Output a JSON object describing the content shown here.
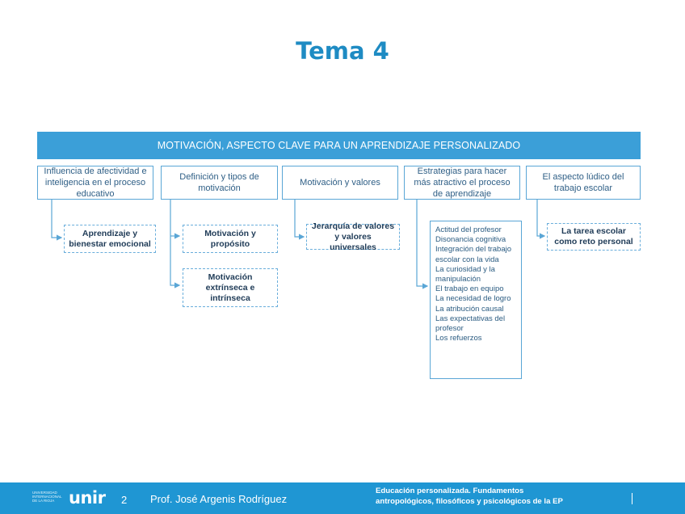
{
  "title": "Tema 4",
  "banner": "MOTIVACIÓN, ASPECTO CLAVE PARA UN APRENDIZAJE PERSONALIZADO",
  "columns": [
    "Influencia de afectividad e inteligencia en el proceso educativo",
    "Definición y tipos de motivación",
    "Motivación y valores",
    "Estrategias para hacer más atractivo el proceso de aprendizaje",
    "El aspecto lúdico del trabajo escolar"
  ],
  "subitems": {
    "col1": "Aprendizaje y bienestar emocional",
    "col2a": "Motivación y propósito",
    "col2b": "Motivación extrínseca e intrínseca",
    "col3": "Jerarquía de valores y valores universales",
    "col5": "La tarea escolar como reto personal"
  },
  "strategies": [
    "Actitud del profesor",
    "Disonancia cognitiva",
    "Integración del trabajo escolar con la vida",
    "La curiosidad y la manipulación",
    "El trabajo en equipo",
    "La necesidad de logro",
    "La atribución causal",
    "Las expectativas del profesor",
    "Los refuerzos"
  ],
  "footer": {
    "logo_small": "UNIVERSIDAD INTERNACIONAL DE LA RIOJA",
    "logo_word": "unir",
    "page": "2",
    "author": "Prof. José Argenis Rodríguez",
    "course_line1": "Educación personalizada. Fundamentos",
    "course_line2": "antropológicos, filosóficos y psicológicos de la EP"
  },
  "colors": {
    "accent": "#1e8bc3",
    "banner": "#3b9fd8",
    "footer": "#1f96d3",
    "border": "#5aa6d6"
  }
}
